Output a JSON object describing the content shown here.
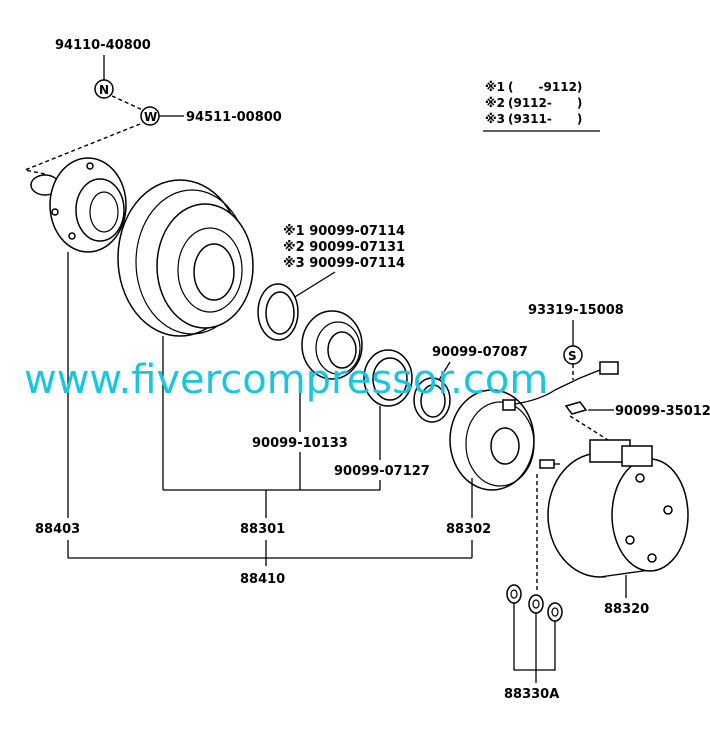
{
  "legend": {
    "rows": [
      {
        "mark": "※1",
        "range": "(      -9112)"
      },
      {
        "mark": "※2",
        "range": "(9112-      )"
      },
      {
        "mark": "※3",
        "range": "(9311-      )"
      }
    ]
  },
  "parts": {
    "p94110": "94110-40800",
    "p94511": "94511-00800",
    "p90099_07114_a": "※1 90099-07114",
    "p90099_07131": "※2 90099-07131",
    "p90099_07114_b": "※3 90099-07114",
    "p93319": "93319-15008",
    "p90099_07087": "90099-07087",
    "p90099_35012": "90099-35012",
    "p90099_10133": "90099-10133",
    "p90099_07127": "90099-07127",
    "p88403": "88403",
    "p88301": "88301",
    "p88302": "88302",
    "p88410": "88410",
    "p88320": "88320",
    "p88330A": "88330A"
  },
  "markers": {
    "nut": "N",
    "washer": "W",
    "screw": "S"
  },
  "watermark": "www.fivercompressor.com"
}
